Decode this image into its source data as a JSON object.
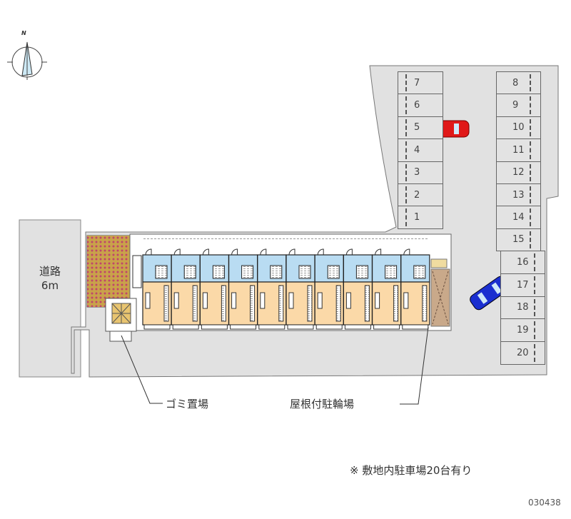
{
  "compass": {
    "north_label": "N"
  },
  "road": {
    "name": "道路",
    "width": "6m"
  },
  "parking": {
    "left_column": [
      "7",
      "6",
      "5",
      "4",
      "3",
      "2",
      "1"
    ],
    "right_column_upper": [
      "8",
      "9",
      "10",
      "11",
      "12",
      "13",
      "14",
      "15"
    ],
    "right_column_lower": [
      "16",
      "17",
      "18",
      "19",
      "20"
    ]
  },
  "labels": {
    "garbage": "ゴミ置場",
    "bike_parking": "屋根付駐輪場"
  },
  "note": "※ 敷地内駐車場20台有り",
  "code": "030438",
  "building": {
    "unit_count": 10
  },
  "colors": {
    "lot": "#e1e1e1",
    "unit_wet": "#b9dcf2",
    "unit_room": "#fbd9a8",
    "bike": "#c9a98a",
    "car_red": "#e01818",
    "car_blue": "#1a2fd0"
  }
}
